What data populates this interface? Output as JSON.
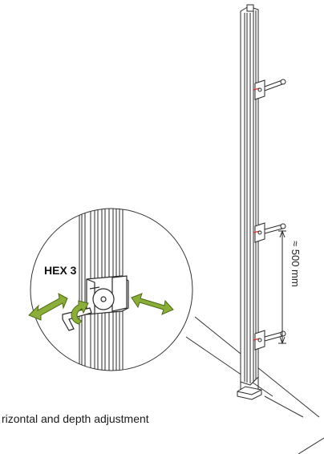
{
  "labels": {
    "hex_size": "HEX 3",
    "spacing": "≈ 500 mm",
    "caption": "rizontal and depth adjustment"
  },
  "colors": {
    "arrow_green": "#8bad3a",
    "arrow_outline": "#4b6b15",
    "line": "#2a2a2a",
    "accent_red": "#e03030"
  },
  "icons": [
    "hex-key-icon",
    "rotate-arrow-icon",
    "adjust-arrow-icon"
  ]
}
